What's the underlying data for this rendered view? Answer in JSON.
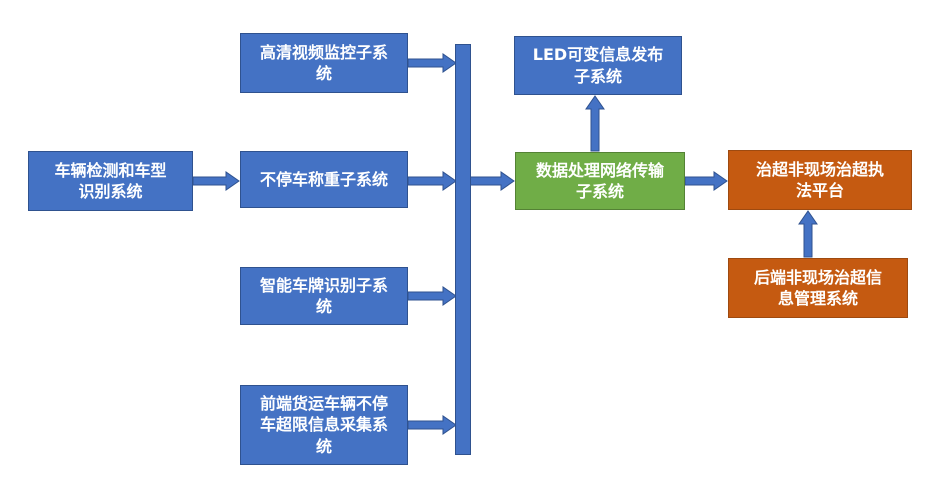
{
  "diagram": {
    "type": "flowchart",
    "background": "#ffffff",
    "colors": {
      "blue_fill": "#4472C4",
      "blue_border": "#2F528F",
      "green_fill": "#70AD47",
      "green_border": "#548235",
      "orange_fill": "#C55A11",
      "orange_border": "#9E4A10",
      "text": "#FFFFFF",
      "arrow": "#4472C4"
    },
    "nodes": [
      {
        "id": "vehicle-detection",
        "label": "车辆检测和车型识别系统",
        "color": "blue"
      },
      {
        "id": "hd-video",
        "label": "高清视频监控子系统",
        "color": "blue"
      },
      {
        "id": "weigh-in-motion",
        "label": "不停车称重子系统",
        "color": "blue"
      },
      {
        "id": "plate-recognition",
        "label": "智能车牌识别子系统",
        "color": "blue"
      },
      {
        "id": "frontend-collection",
        "label": "前端货运车辆不停车超限信息采集系统",
        "color": "blue"
      },
      {
        "id": "led-info-release",
        "label": "LED可变信息发布子系统",
        "color": "blue"
      },
      {
        "id": "data-processing",
        "label": "数据处理网络传输子系统",
        "color": "green"
      },
      {
        "id": "enforcement-platform",
        "label": "治超非现场治超执法平台",
        "color": "orange"
      },
      {
        "id": "backend-management",
        "label": "后端非现场治超信息管理系统",
        "color": "orange"
      }
    ],
    "edges": [
      {
        "from": "vehicle-detection",
        "to": "weigh-in-motion",
        "direction": "right"
      },
      {
        "from": "hd-video",
        "to": "collector-bar",
        "direction": "right"
      },
      {
        "from": "weigh-in-motion",
        "to": "collector-bar",
        "direction": "right"
      },
      {
        "from": "plate-recognition",
        "to": "collector-bar",
        "direction": "right"
      },
      {
        "from": "frontend-collection",
        "to": "collector-bar",
        "direction": "right"
      },
      {
        "from": "collector-bar",
        "to": "data-processing",
        "direction": "right"
      },
      {
        "from": "data-processing",
        "to": "led-info-release",
        "direction": "up"
      },
      {
        "from": "data-processing",
        "to": "enforcement-platform",
        "direction": "right"
      },
      {
        "from": "backend-management",
        "to": "enforcement-platform",
        "direction": "up"
      }
    ]
  }
}
